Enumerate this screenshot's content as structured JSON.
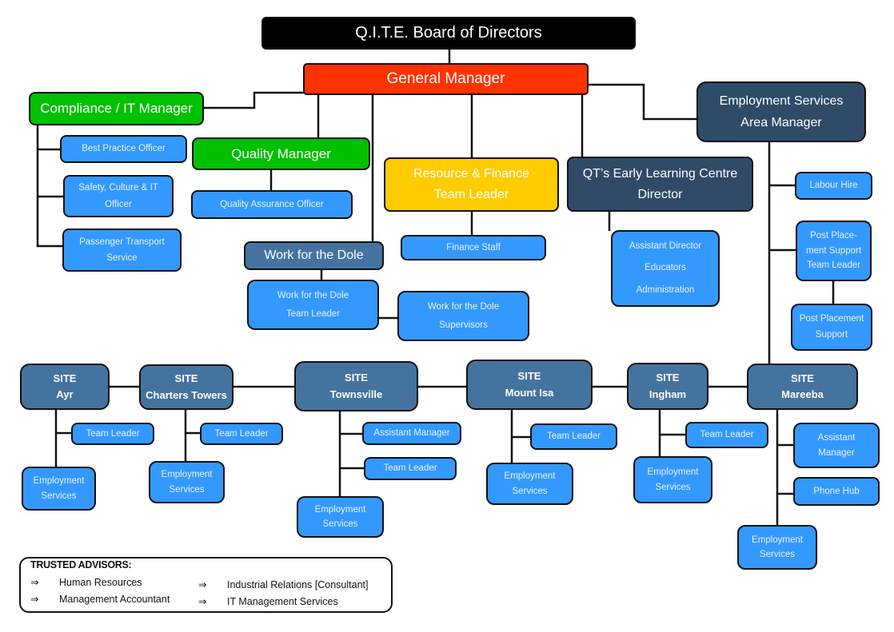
{
  "board": {
    "label": "Q.I.T.E. Board of Directors"
  },
  "general_manager": {
    "label": "General Manager"
  },
  "compliance": {
    "label": "Compliance / IT Manager",
    "reports": [
      {
        "lines": [
          "Best Practice Officer"
        ]
      },
      {
        "lines": [
          "Safety, Culture & IT",
          "Officer"
        ]
      },
      {
        "lines": [
          "Passenger Transport",
          "Service"
        ]
      }
    ]
  },
  "quality": {
    "label": "Quality Manager",
    "reports": [
      {
        "lines": [
          "Quality Assurance Officer"
        ]
      }
    ]
  },
  "work_for_dole": {
    "label": "Work for the Dole",
    "team_leader": {
      "lines": [
        "Work for the Dole",
        "Team Leader"
      ]
    },
    "supervisors": {
      "lines": [
        "Work for the Dole",
        "Supervisors"
      ]
    }
  },
  "resource_finance": {
    "lines": [
      "Resource & Finance",
      "Team Leader"
    ],
    "reports": [
      {
        "lines": [
          "Finance Staff"
        ]
      }
    ]
  },
  "early_learning": {
    "lines": [
      "QT’s Early Learning Centre",
      "Director"
    ],
    "reports": [
      {
        "lines": [
          "Assistant Director",
          "Educators",
          "Administration"
        ]
      }
    ]
  },
  "employment_services": {
    "lines": [
      "Employment Services",
      "Area Manager"
    ],
    "reports": [
      {
        "lines": [
          "Labour Hire"
        ]
      },
      {
        "lines": [
          "Post Place-",
          "ment Support",
          "Team Leader"
        ]
      },
      {
        "lines": [
          "Post Placement",
          "Support"
        ]
      }
    ]
  },
  "sites": [
    {
      "title": "SITE",
      "name": "Ayr",
      "staff": [
        {
          "lines": [
            "Team Leader"
          ]
        },
        {
          "lines": [
            "Employment",
            "Services"
          ]
        }
      ]
    },
    {
      "title": "SITE",
      "name": "Charters Towers",
      "staff": [
        {
          "lines": [
            "Team Leader"
          ]
        },
        {
          "lines": [
            "Employment",
            "Services"
          ]
        }
      ]
    },
    {
      "title": "SITE",
      "name": "Townsville",
      "staff": [
        {
          "lines": [
            "Assistant Manager"
          ]
        },
        {
          "lines": [
            "Team Leader"
          ]
        },
        {
          "lines": [
            "Employment",
            "Services"
          ]
        }
      ]
    },
    {
      "title": "SITE",
      "name": "Mount Isa",
      "staff": [
        {
          "lines": [
            "Team Leader"
          ]
        },
        {
          "lines": [
            "Employment",
            "Services"
          ]
        }
      ]
    },
    {
      "title": "SITE",
      "name": "Ingham",
      "staff": [
        {
          "lines": [
            "Team Leader"
          ]
        },
        {
          "lines": [
            "Employment",
            "Services"
          ]
        }
      ]
    },
    {
      "title": "SITE",
      "name": "Mareeba",
      "staff": [
        {
          "lines": [
            "Assistant",
            "Manager"
          ]
        },
        {
          "lines": [
            "Phone Hub"
          ]
        },
        {
          "lines": [
            "Employment",
            "Services"
          ]
        }
      ]
    }
  ],
  "advisors": {
    "title": "TRUSTED ADVISORS:",
    "arrow": "⇒",
    "items": [
      "Human Resources",
      "Management Accountant",
      "Industrial Relations [Consultant]",
      "IT Management Services"
    ]
  },
  "colors": {
    "board": "#000000",
    "general_manager": "#ff3300",
    "manager_green": "#00c000",
    "finance_yellow": "#ffcc00",
    "director_navy": "#2f4b68",
    "site_steel": "#44739f",
    "staff_blue": "#3399ff"
  }
}
